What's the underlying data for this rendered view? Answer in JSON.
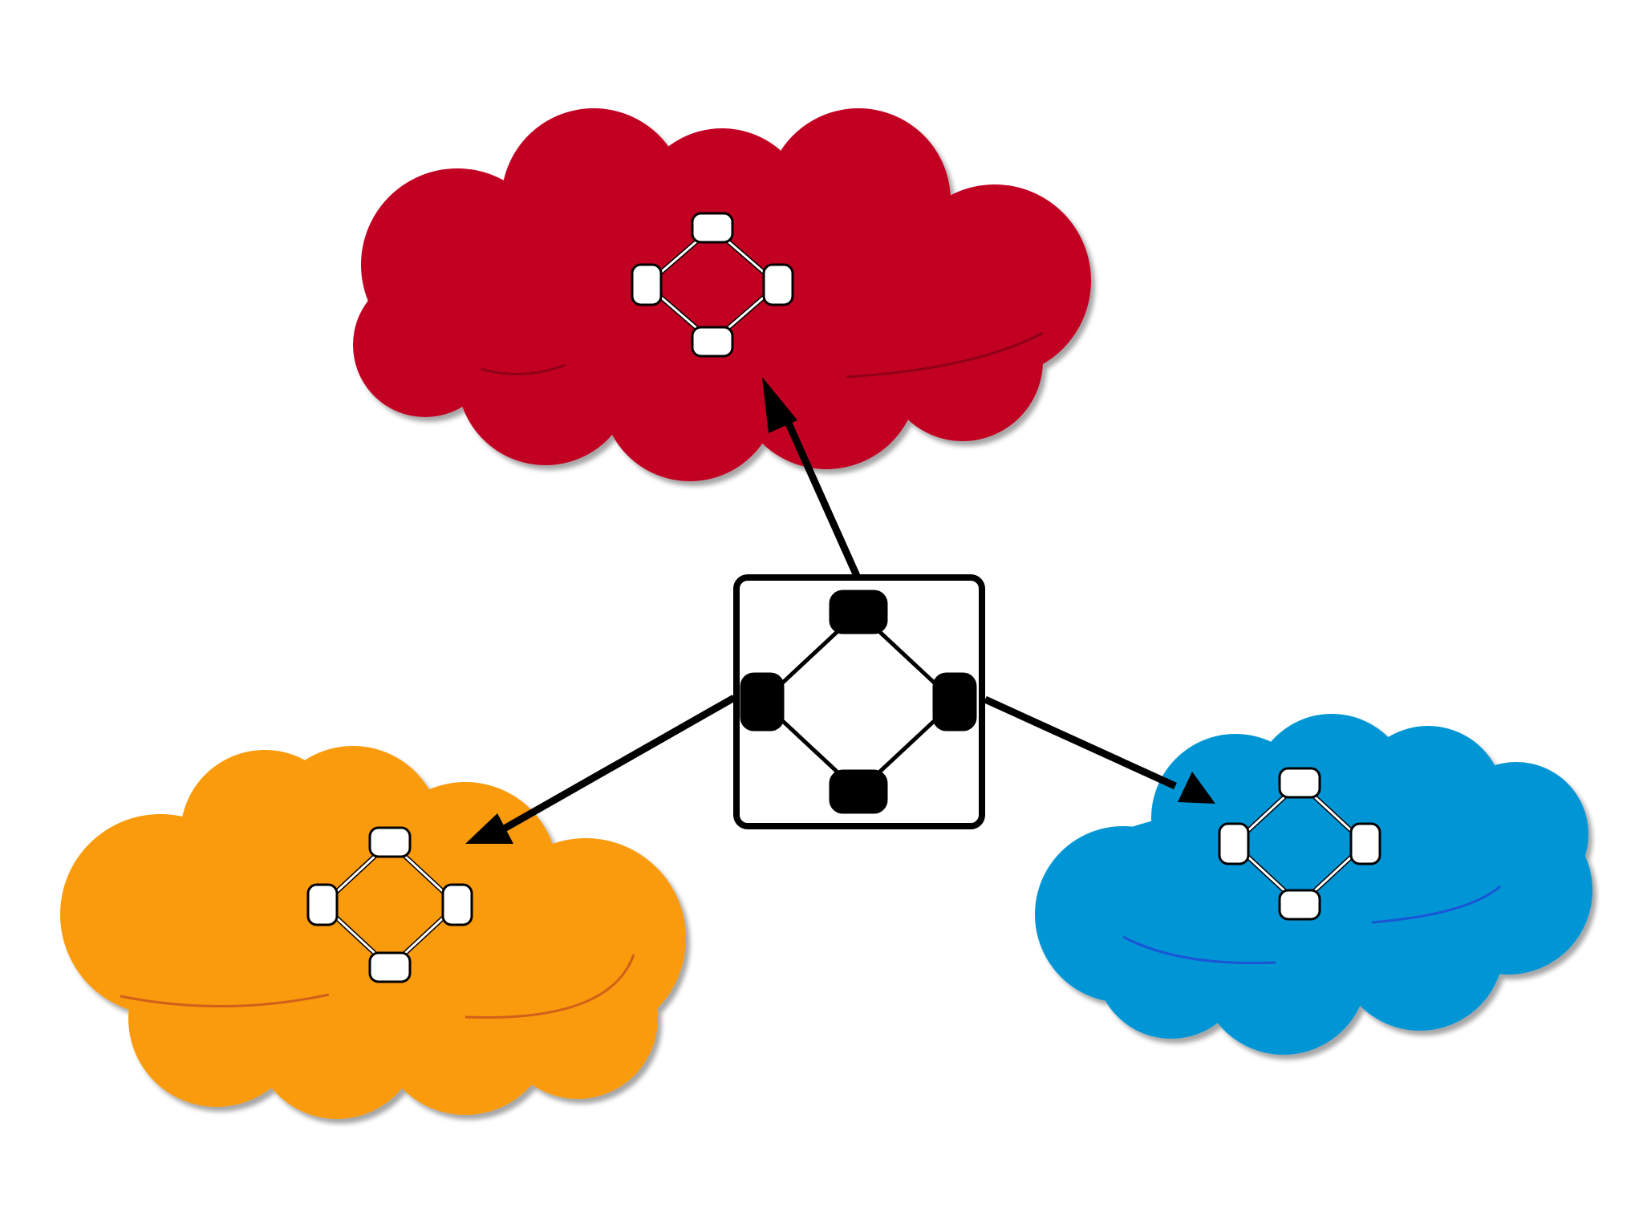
{
  "diagram": {
    "background": "#ffffff",
    "hub": {
      "icon": "ring-network-icon",
      "box_fill": "#ffffff",
      "box_stroke": "#000000",
      "node_fill": "#000000"
    },
    "clouds": [
      {
        "id": "red",
        "color": "#c20124",
        "highlight": "#8e0019",
        "icon": "ring-network-icon"
      },
      {
        "id": "orange",
        "color": "#fa9a08",
        "highlight": "#d05f1a",
        "icon": "ring-network-icon"
      },
      {
        "id": "blue",
        "color": "#0096d6",
        "highlight": "#1a55d6",
        "icon": "ring-network-icon"
      }
    ],
    "connections": [
      {
        "from": "hub",
        "to": "red",
        "directed": true
      },
      {
        "from": "hub",
        "to": "orange",
        "directed": true
      },
      {
        "from": "hub",
        "to": "blue",
        "directed": true
      }
    ]
  }
}
